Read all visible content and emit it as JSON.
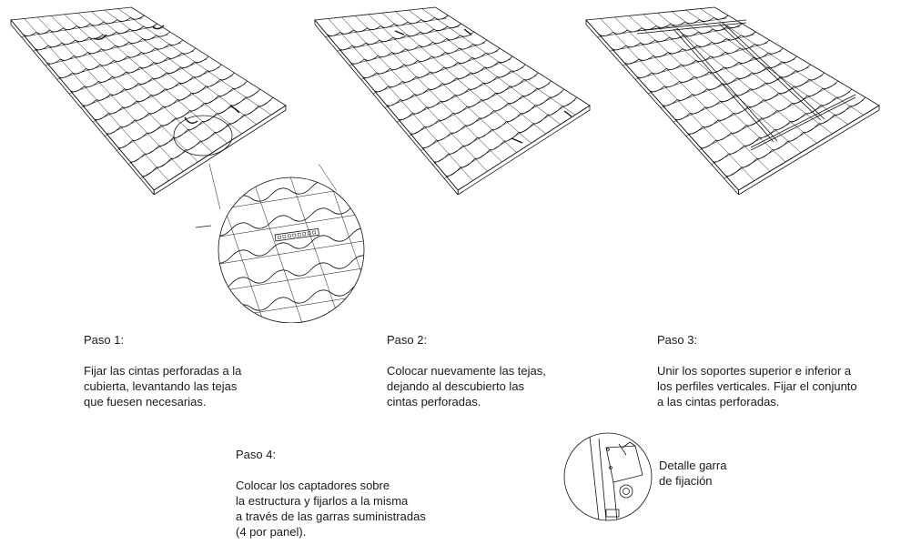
{
  "steps": [
    {
      "title": "Paso 1:",
      "text": "Fijar las cintas perforadas a la\ncubierta, levantando las tejas\nque fuesen necesarias."
    },
    {
      "title": "Paso 2:",
      "text": "Colocar nuevamente las tejas,\ndejando al descubierto las\ncintas perforadas."
    },
    {
      "title": "Paso 3:",
      "text": "Unir los soportes superior e inferior a\nlos perfiles verticales. Fijar el conjunto\na las cintas perforadas."
    },
    {
      "title": "Paso 4:",
      "text": "Colocar los captadores sobre\nla estructura y fijarlos a la misma\na través de las garras suministradas\n(4 por panel)."
    }
  ],
  "detail": {
    "label": "Detalle garra\n de fijación"
  }
}
